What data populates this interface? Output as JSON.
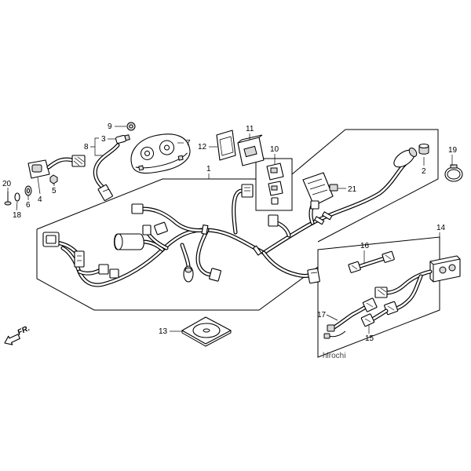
{
  "diagram": {
    "callouts": {
      "c1": "1",
      "c2": "2",
      "c3": "3",
      "c4": "4",
      "c5": "5",
      "c6": "6",
      "c7": "7",
      "c8": "8",
      "c9": "9",
      "c10": "10",
      "c11": "11",
      "c12": "12",
      "c13": "13",
      "c14": "14",
      "c15": "15",
      "c16": "16",
      "c17": "17",
      "c18": "18",
      "c19": "19",
      "c20": "20",
      "c21": "21"
    },
    "front_arrow_label": "FR.",
    "watermark": "hirochi"
  }
}
